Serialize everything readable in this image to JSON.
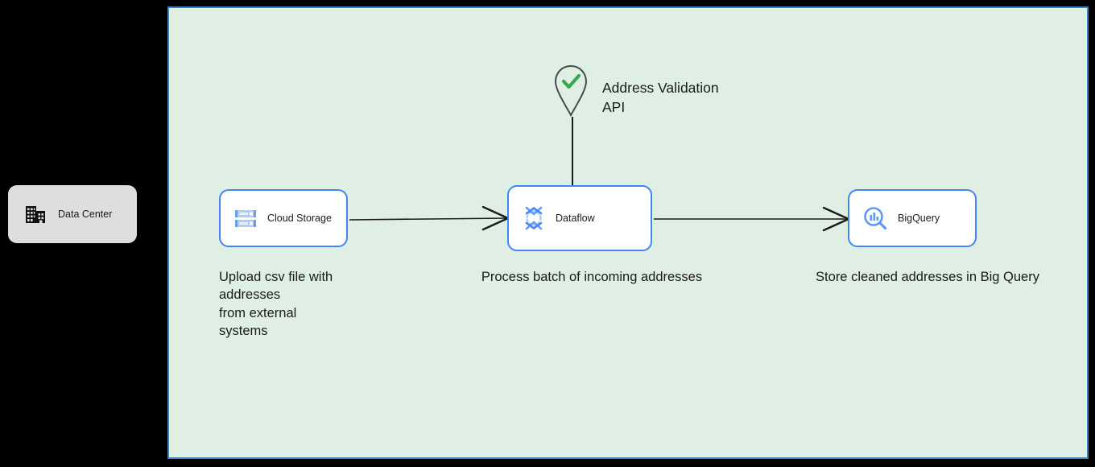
{
  "diagram": {
    "type": "architecture-flow",
    "background_color": "#000000",
    "canvas": {
      "name": "gcp-project-boundary",
      "fill_color": "#e0efe3",
      "border_color": "#3b82c4"
    },
    "nodes": [
      {
        "id": "datacenter",
        "label": "Data Center",
        "icon": "data-center-icon",
        "style": "grey-box",
        "fill_color": "#dedede",
        "inside_canvas": false
      },
      {
        "id": "cloudstorage",
        "label": "Cloud Storage",
        "icon": "cloud-storage-icon",
        "style": "gcp-box",
        "fill_color": "#ffffff",
        "border_color": "#4285f4",
        "inside_canvas": true
      },
      {
        "id": "dataflow",
        "label": "Dataflow",
        "icon": "dataflow-icon",
        "style": "gcp-box",
        "fill_color": "#ffffff",
        "border_color": "#4285f4",
        "inside_canvas": true
      },
      {
        "id": "bigquery",
        "label": "BigQuery",
        "icon": "bigquery-icon",
        "style": "gcp-box",
        "fill_color": "#ffffff",
        "border_color": "#4285f4",
        "inside_canvas": true
      },
      {
        "id": "address-validation-api",
        "label": "Address Validation\nAPI",
        "icon": "map-pin-check-icon",
        "style": "pin-outline",
        "accent_color": "#34a853",
        "inside_canvas": true
      }
    ],
    "captions": [
      {
        "id": "upload",
        "text": "Upload csv file with\naddresses\nfrom external\nsystems",
        "for_node": "cloudstorage"
      },
      {
        "id": "process",
        "text": "Process batch of incoming addresses",
        "for_node": "dataflow"
      },
      {
        "id": "store",
        "text": "Store cleaned addresses in Big Query",
        "for_node": "bigquery"
      }
    ],
    "edges": [
      {
        "id": "datacenter-to-cloudstorage",
        "from": "datacenter",
        "to": "cloudstorage",
        "arrow": "open",
        "direction": "right"
      },
      {
        "id": "cloudstorage-to-dataflow",
        "from": "cloudstorage",
        "to": "dataflow",
        "arrow": "open",
        "direction": "right"
      },
      {
        "id": "dataflow-to-bigquery",
        "from": "dataflow",
        "to": "bigquery",
        "arrow": "open",
        "direction": "right"
      },
      {
        "id": "addressapi-to-dataflow",
        "from": "address-validation-api",
        "to": "dataflow",
        "arrow": "none",
        "direction": "down"
      }
    ]
  }
}
